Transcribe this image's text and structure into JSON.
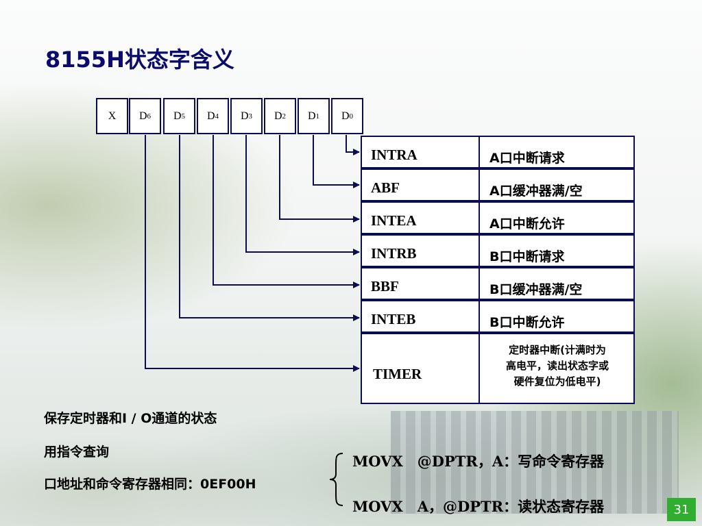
{
  "title": "8155H状态字含义",
  "bits": [
    {
      "main": "X",
      "sub": ""
    },
    {
      "main": "D",
      "sub": "6"
    },
    {
      "main": "D",
      "sub": "5"
    },
    {
      "main": "D",
      "sub": "4"
    },
    {
      "main": "D",
      "sub": "3"
    },
    {
      "main": "D",
      "sub": "2"
    },
    {
      "main": "D",
      "sub": "1"
    },
    {
      "main": "D",
      "sub": "0"
    }
  ],
  "rows": [
    {
      "name": "INTRA",
      "meaning": "A口中断请求"
    },
    {
      "name": "ABF",
      "meaning": "A口缓冲器满/空"
    },
    {
      "name": "INTEA",
      "meaning": "A口中断允许"
    },
    {
      "name": "INTRB",
      "meaning": "B口中断请求"
    },
    {
      "name": "BBF",
      "meaning": "B口缓冲器满/空"
    },
    {
      "name": "INTEB",
      "meaning": "B口中断允许"
    },
    {
      "name": "TIMER",
      "meaning_lines": [
        "定时器中断(计满时为",
        "高电平，读出状态字或",
        "硬件复位为低电平)"
      ]
    }
  ],
  "notes": [
    "保存定时器和I / O通道的状态",
    "用指令查询",
    "口地址和命令寄存器相同：0EF00H"
  ],
  "commands": [
    "MOVX　@DPTR，A：写命令寄存器",
    "MOVX　A，@DPTR：读状态寄存器"
  ],
  "page_number": "31",
  "colors": {
    "title": "#0b0b6e",
    "border": "#0b0b50",
    "page_badge": "#2fae2f"
  }
}
